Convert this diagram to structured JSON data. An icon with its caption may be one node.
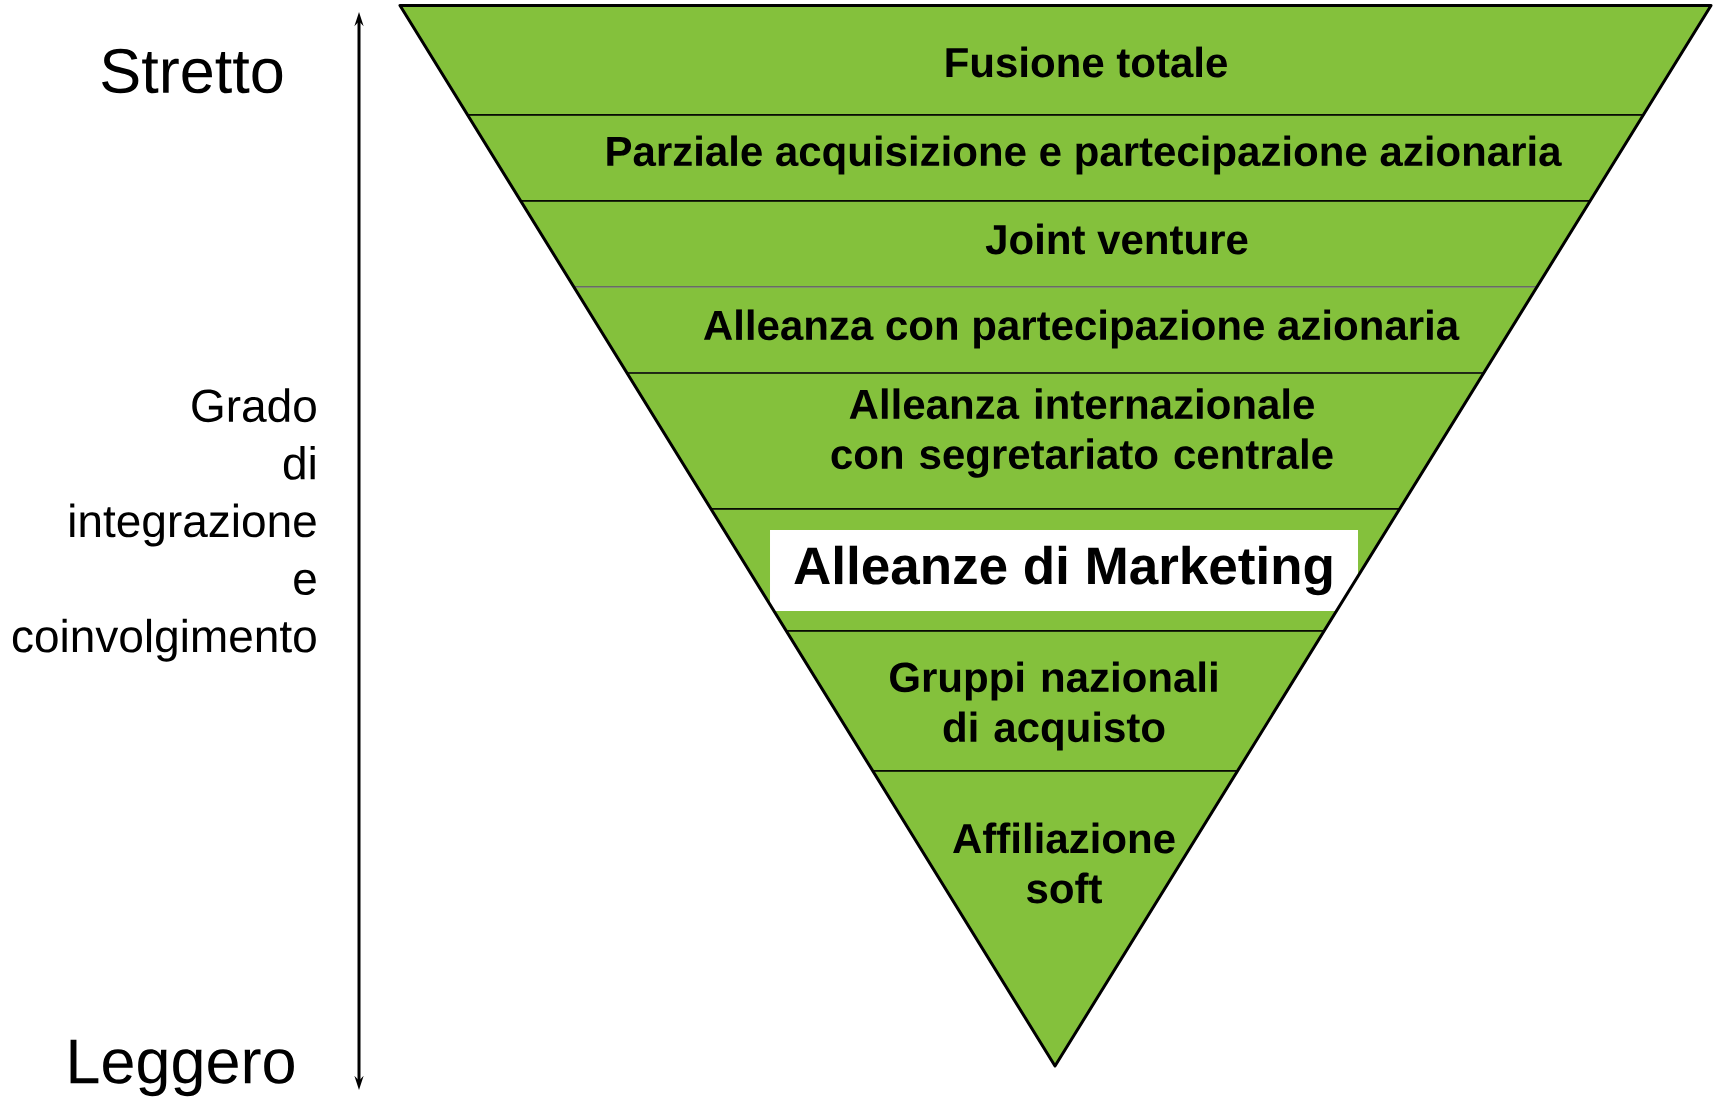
{
  "diagram": {
    "nodes": [
      {
        "text": [
          "Fusione totale"
        ]
      },
      {
        "text": [
          "Parziale acquisizione e partecipazione azionaria"
        ]
      },
      {
        "text": [
          "Joint venture"
        ]
      },
      {
        "text": [
          "Alleanza con partecipazione azionaria"
        ]
      },
      {
        "text": [
          "Alleanza internazionale con segretariato centrale"
        ]
      },
      {
        "text": [
          "Alleanze di Marketing"
        ]
      },
      {
        "text": [
          "Gruppi nazionali di acquisto"
        ]
      },
      {
        "text": [
          "Affiliazione soft"
        ]
      }
    ],
    "labels": [
      "Stretto",
      "Grado di integrazione e coinvolgimento",
      "Leggero"
    ]
  }
}
